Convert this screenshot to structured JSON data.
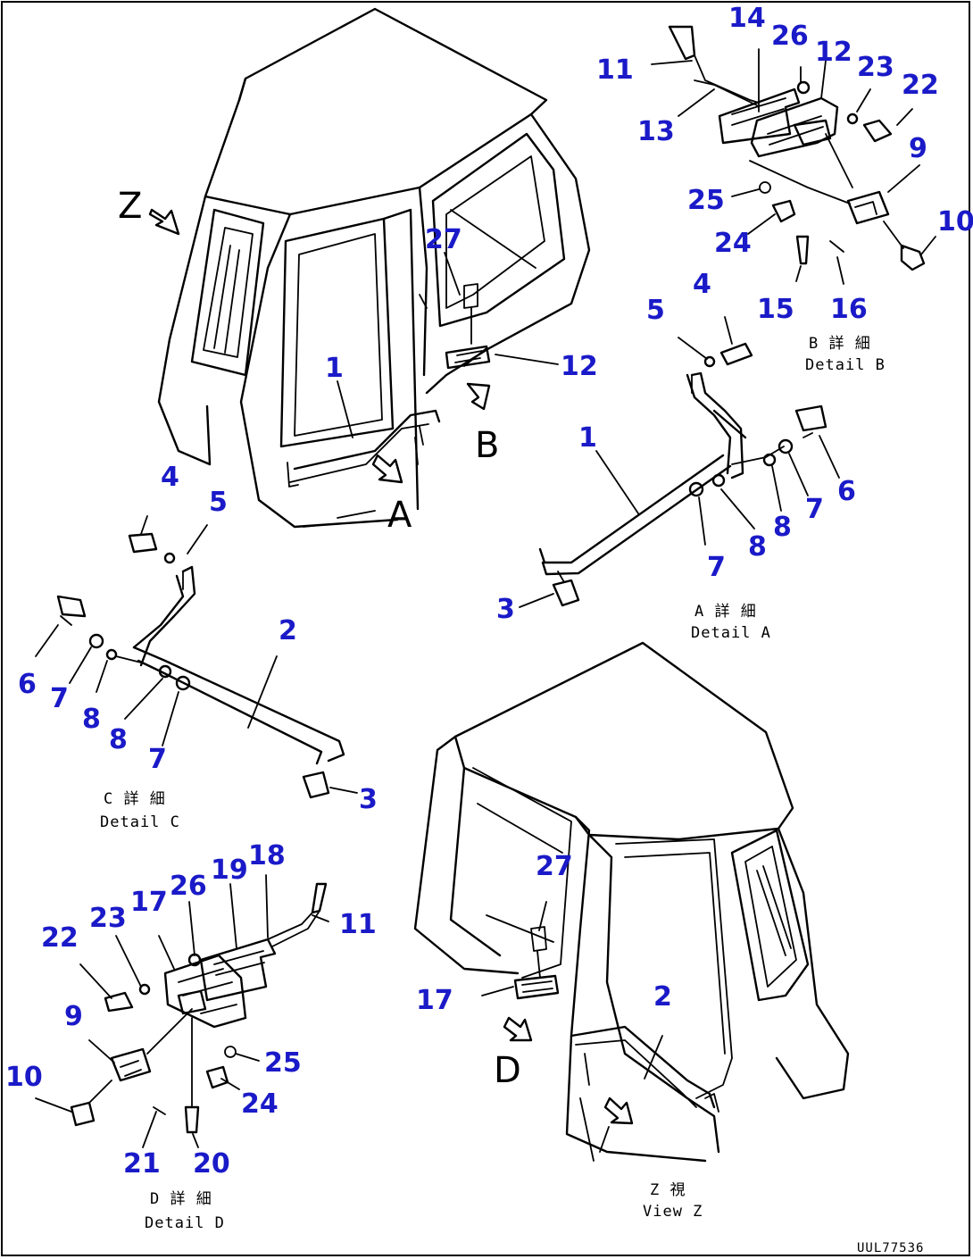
{
  "diagram": {
    "view_letters": [
      "Z",
      "A",
      "B",
      "D"
    ],
    "captions": {
      "detail_a_jp": "A 詳 細",
      "detail_a": "Detail A",
      "detail_b_jp": "B 詳 細",
      "detail_b": "Detail B",
      "detail_c_jp": "C 詳 細",
      "detail_c": "Detail C",
      "detail_d_jp": "D 詳 細",
      "detail_d": "Detail D",
      "view_z_jp": "Z 視",
      "view_z": "View Z"
    },
    "drawing_code": "UUL77536",
    "callouts": {
      "main": [
        "27",
        "12",
        "1"
      ],
      "detail_b": [
        "14",
        "26",
        "12",
        "23",
        "22",
        "11",
        "13",
        "9",
        "25",
        "24",
        "10",
        "15",
        "16"
      ],
      "detail_a": [
        "4",
        "5",
        "1",
        "6",
        "7",
        "8",
        "8",
        "7",
        "3"
      ],
      "detail_c": [
        "4",
        "5",
        "2",
        "6",
        "7",
        "8",
        "8",
        "7",
        "3"
      ],
      "detail_d": [
        "19",
        "18",
        "26",
        "17",
        "23",
        "22",
        "11",
        "9",
        "25",
        "10",
        "24",
        "21",
        "20"
      ],
      "view_z": [
        "27",
        "17",
        "2"
      ]
    },
    "colors": {
      "callout": "#1a1ac8",
      "line": "#000000"
    }
  }
}
